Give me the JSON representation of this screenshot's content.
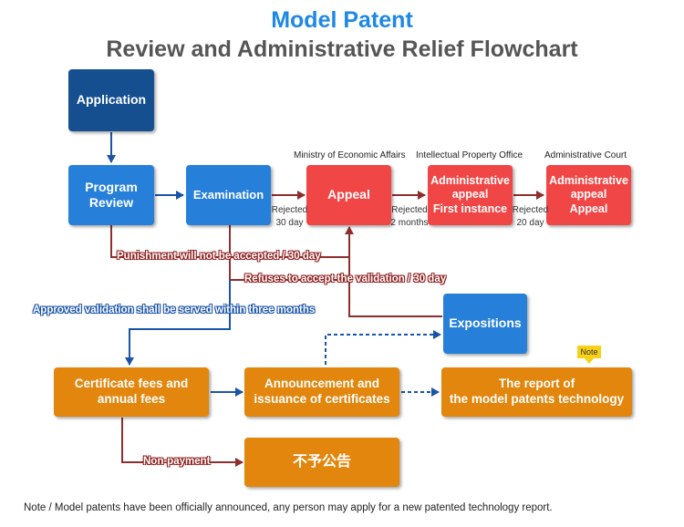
{
  "title": {
    "line1": "Model Patent",
    "line2": "Review and Administrative Relief Flowchart"
  },
  "nodes": {
    "application": "Application",
    "program_review": "Program\nReview",
    "examination": "Examination",
    "appeal": "Appeal",
    "admin_appeal_first": "Administrative\nappeal\nFirst instance",
    "admin_appeal_appeal": "Administrative\nappeal\nAppeal",
    "expositions": "Expositions",
    "certificate_fees": "Certificate fees and\nannual fees",
    "announcement": "Announcement and\nissuance of certificates",
    "report": "The report of\nthe model patents technology",
    "no_announcement": "不予公告"
  },
  "headers": {
    "ministry": "Ministry of Economic Affairs",
    "ipo": "Intellectual Property Office",
    "court": "Administrative Court"
  },
  "rejections": {
    "r1": "Rejected\n30 day",
    "r2": "Rejected\n2 months",
    "r3": "Rejected\n20 day"
  },
  "path_labels": {
    "punishment": "Punishment will not be accepted / 30 day",
    "refuses": "Refuses to accept the validation / 30 day",
    "approved": "Approved validation shall be served within three months",
    "non_payment": "Non-payment"
  },
  "note_badge": "Note",
  "footnote": "Note / Model patents have been officially announced, any person may apply for a new patented technology report.",
  "colors": {
    "title_blue": "#1e88e5",
    "title_gray": "#555555",
    "navy_box": "#154f8f",
    "blue_box": "#2680d9",
    "red_box": "#f04646",
    "orange_box": "#e2860d",
    "rejection_arrow": "#8e2e2e",
    "approval_arrow": "#1a54a8",
    "note_yellow": "#f7d116"
  }
}
